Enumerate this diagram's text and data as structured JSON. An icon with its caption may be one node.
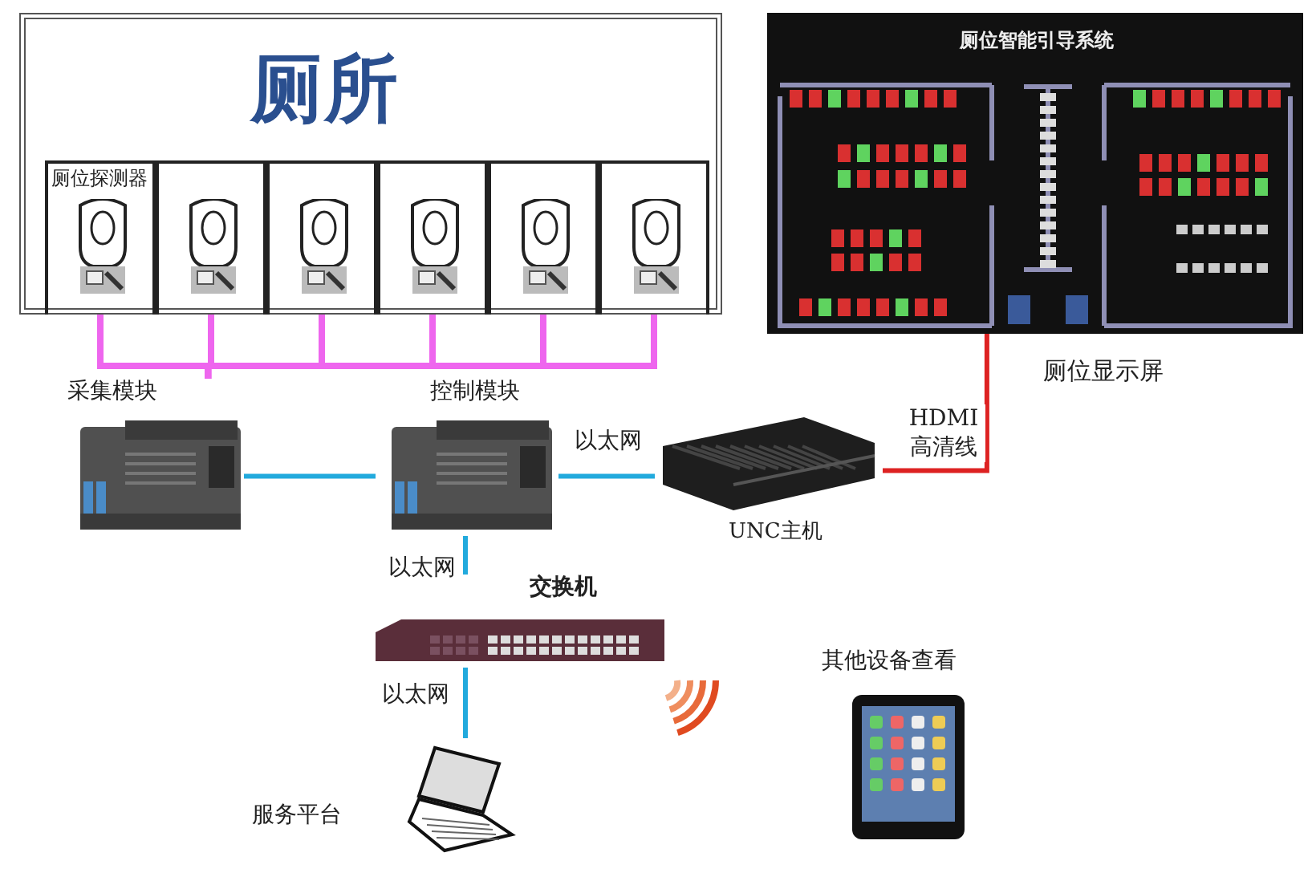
{
  "diagram": {
    "nodes": [
      {
        "text": [
          "厕所"
        ]
      },
      {
        "text": [
          "厕位探测器"
        ],
        "in": 0
      },
      {
        "text": [],
        "shape": "box",
        "in": 0
      },
      {
        "text": [],
        "shape": "box",
        "in": 0
      },
      {
        "text": [],
        "shape": "box",
        "in": 0
      },
      {
        "text": [],
        "shape": "box",
        "in": 0
      },
      {
        "text": [],
        "shape": "box",
        "in": 0
      },
      {
        "text": [
          "采集模块"
        ]
      },
      {
        "text": [
          "控制模块"
        ]
      },
      {
        "text": [
          "UNC主机"
        ]
      },
      {
        "text": [
          "厕位智能引导系统"
        ],
        "beside": [
          "厕位显示屏"
        ]
      },
      {
        "text": [
          "交换机"
        ]
      },
      {
        "text": [
          "服务平台"
        ]
      },
      {
        "text": [
          "其他设备查看"
        ]
      }
    ],
    "edges": [
      {
        "from": 1,
        "to": 7,
        "arrow": "none",
        "color": "#ee66ee"
      },
      {
        "from": 2,
        "to": 7,
        "arrow": "none",
        "color": "#ee66ee"
      },
      {
        "from": 3,
        "to": 7,
        "arrow": "none",
        "color": "#ee66ee"
      },
      {
        "from": 4,
        "to": 7,
        "arrow": "none",
        "color": "#ee66ee"
      },
      {
        "from": 5,
        "to": 7,
        "arrow": "none",
        "color": "#ee66ee"
      },
      {
        "from": 6,
        "to": 7,
        "arrow": "none",
        "color": "#ee66ee"
      },
      {
        "from": 7,
        "to": 8,
        "arrow": "none",
        "color": "#22aadd"
      },
      {
        "from": 8,
        "to": 9,
        "label": "以太网",
        "arrow": "none",
        "color": "#22aadd"
      },
      {
        "from": 9,
        "to": 10,
        "label": "HDMI 高清线",
        "arrow": "none",
        "color": "#dd2222"
      },
      {
        "from": 8,
        "to": 11,
        "label": "以太网",
        "arrow": "none",
        "color": "#22aadd"
      },
      {
        "from": 11,
        "to": 12,
        "label": "以太网",
        "arrow": "none",
        "color": "#22aadd"
      }
    ]
  }
}
